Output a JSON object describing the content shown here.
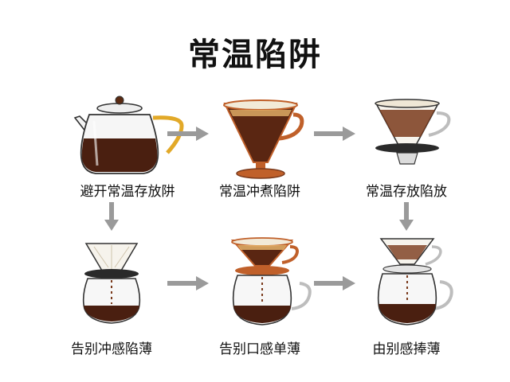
{
  "title": "常温陷阱",
  "steps": [
    {
      "id": "kettle",
      "caption": "避开常温存放阱"
    },
    {
      "id": "dripper-stand",
      "caption": "常温冲煮陷阱"
    },
    {
      "id": "dripper-ring",
      "caption": "常温存放陷放"
    },
    {
      "id": "dripper-server-bottom-left",
      "caption": "告别冲感陷薄"
    },
    {
      "id": "dripper-server-center",
      "caption": "告别口感单薄"
    },
    {
      "id": "dripper-server-right",
      "caption": "由别感捧薄"
    }
  ],
  "colors": {
    "coffee": "#4a1f10",
    "coffee_light": "#7a3a1c",
    "copper": "#c0602a",
    "glass_stroke": "#333333",
    "handle": "#e2a928",
    "arrow": "#9a9a9a",
    "filter": "#f2ead8"
  }
}
